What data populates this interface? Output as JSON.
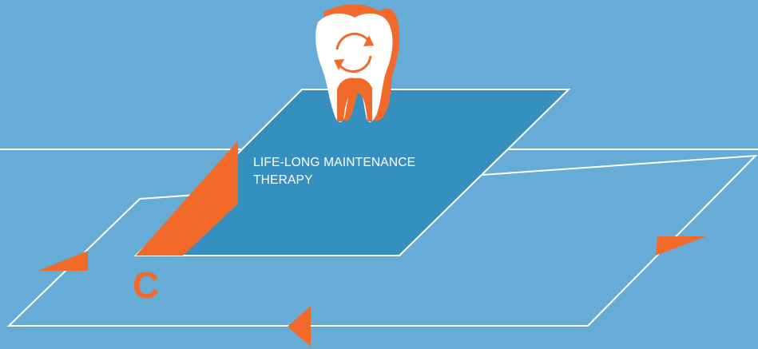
{
  "step": {
    "label_line1": "LIFE-LONG MAINTENANCE",
    "label_line2": "THERAPY",
    "letter": "C",
    "icon": "tooth-maintenance-icon"
  },
  "colors": {
    "background": "#66acd6",
    "panel": "#3690bf",
    "accent": "#f26a2a",
    "line": "#ffffff"
  }
}
